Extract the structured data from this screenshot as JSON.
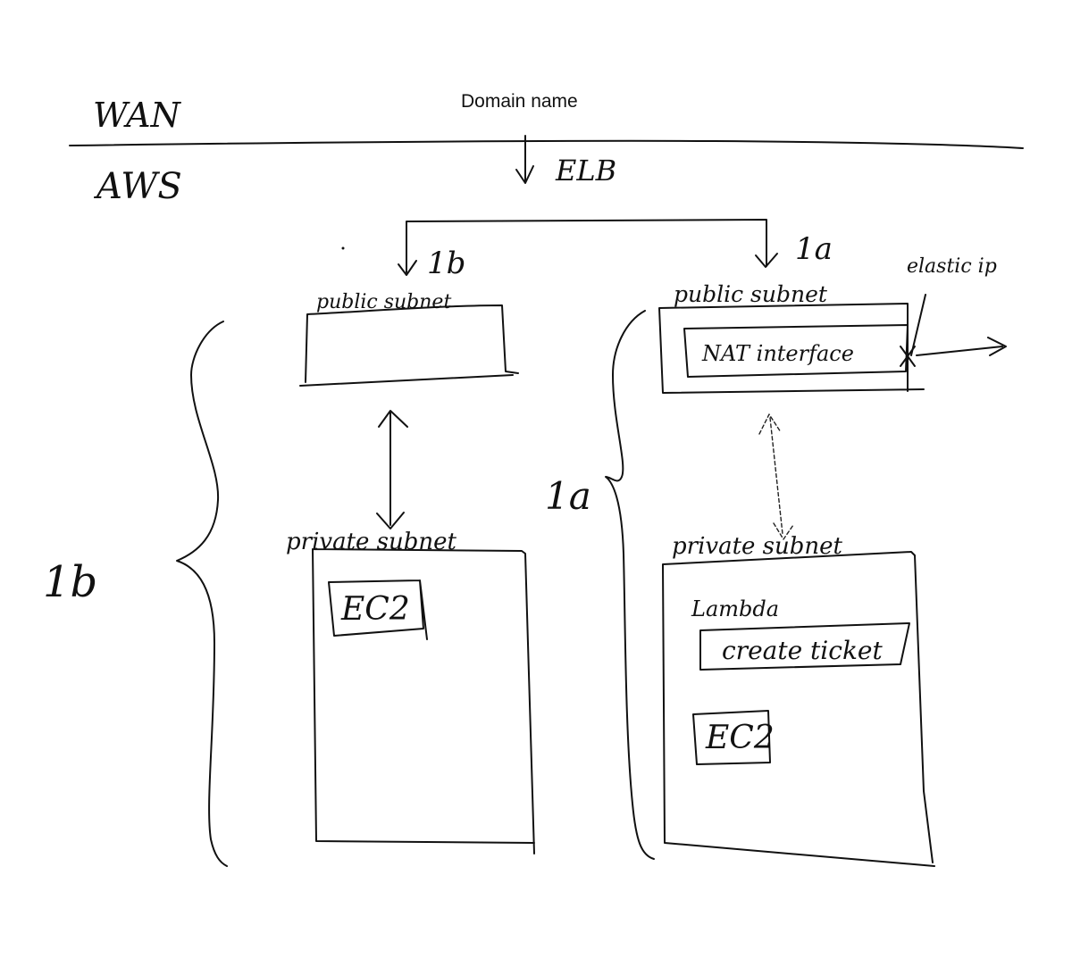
{
  "diagram": {
    "domain_name": "Domain name",
    "wan_label": "WAN",
    "aws_label": "AWS",
    "elb_label": "ELB",
    "az_1b_label": "1b",
    "az_1a_label": "1a",
    "elastic_ip_label": "elastic ip",
    "public_subnet_1b_label": "public subnet",
    "public_subnet_1a_label": "public subnet",
    "nat_label": "NAT interface",
    "private_subnet_1b_label": "private subnet",
    "private_subnet_1a_label": "private subnet",
    "ec2_1b_label": "EC2",
    "ec2_1a_label": "EC2",
    "lambda_label": "Lambda",
    "create_ticket_label": "create ticket",
    "brace_1b_label": "1b",
    "brace_1a_label": "1a"
  }
}
